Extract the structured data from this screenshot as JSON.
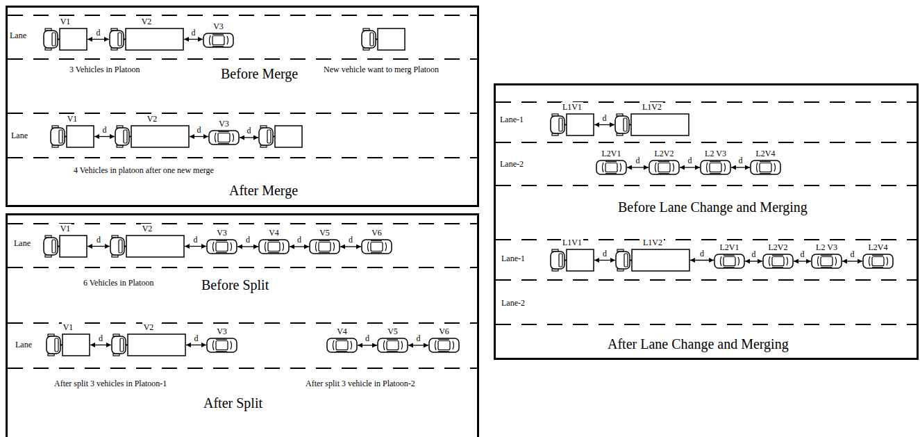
{
  "diagram": {
    "nodes": [
      {
        "text": [
          "Lane",
          "3 Vehicles in Platoon",
          "Before Merge",
          "New vehicle want to merg Platoon",
          "Lane",
          "4 Vehicles in platoon after one new merge",
          "After Merge"
        ]
      },
      {
        "text": [
          "V1"
        ],
        "in": 0
      },
      {
        "text": [
          "V2"
        ],
        "in": 0
      },
      {
        "text": [
          "V3"
        ],
        "in": 0
      },
      {
        "text": [
          "V1"
        ],
        "in": 0
      },
      {
        "text": [
          "V2"
        ],
        "in": 0
      },
      {
        "text": [
          "V3"
        ],
        "in": 0
      },
      {
        "text": [
          "Lane",
          "6 Vehicles in Platoon",
          "Before Split",
          "Lane",
          "After split 3 vehicles in Platoon-1",
          "After split 3 vehicle in Platoon-2",
          "After Split"
        ]
      },
      {
        "text": [
          "V1"
        ],
        "in": 7
      },
      {
        "text": [
          "V2"
        ],
        "in": 7
      },
      {
        "text": [
          "V3"
        ],
        "in": 7
      },
      {
        "text": [
          "V4"
        ],
        "in": 7
      },
      {
        "text": [
          "V5"
        ],
        "in": 7
      },
      {
        "text": [
          "V6"
        ],
        "in": 7
      },
      {
        "text": [
          "V1"
        ],
        "in": 7
      },
      {
        "text": [
          "V2"
        ],
        "in": 7
      },
      {
        "text": [
          "V3"
        ],
        "in": 7
      },
      {
        "text": [
          "V4"
        ],
        "in": 7
      },
      {
        "text": [
          "V5"
        ],
        "in": 7
      },
      {
        "text": [
          "V6"
        ],
        "in": 7
      },
      {
        "text": [
          "Lane-1",
          "Lane-2",
          "Before Lane Change and Merging",
          "Lane-1",
          "Lane-2",
          "After Lane Change and Merging"
        ]
      },
      {
        "text": [
          "L1V1"
        ],
        "in": 20
      },
      {
        "text": [
          "L1V2"
        ],
        "in": 20
      },
      {
        "text": [
          "L2V1"
        ],
        "in": 20
      },
      {
        "text": [
          "L2V2"
        ],
        "in": 20
      },
      {
        "text": [
          "L2 V3"
        ],
        "in": 20
      },
      {
        "text": [
          "L2V4"
        ],
        "in": 20
      },
      {
        "text": [
          "L1V1"
        ],
        "in": 20
      },
      {
        "text": [
          "L1V2"
        ],
        "in": 20
      },
      {
        "text": [
          "L2V1"
        ],
        "in": 20
      },
      {
        "text": [
          "L2V2"
        ],
        "in": 20
      },
      {
        "text": [
          "L2 V3"
        ],
        "in": 20
      },
      {
        "text": [
          "L2V4"
        ],
        "in": 20
      }
    ],
    "edges": [
      {
        "from": 1,
        "to": 2,
        "label": "d",
        "arrow": "both"
      },
      {
        "from": 2,
        "to": 3,
        "label": "d",
        "arrow": "both"
      },
      {
        "from": 4,
        "to": 5,
        "label": "d",
        "arrow": "both"
      },
      {
        "from": 5,
        "to": 6,
        "label": "d",
        "arrow": "both"
      },
      {
        "from": 8,
        "to": 9,
        "label": "d",
        "arrow": "both"
      },
      {
        "from": 9,
        "to": 10,
        "label": "d",
        "arrow": "both"
      },
      {
        "from": 10,
        "to": 11,
        "label": "d",
        "arrow": "both"
      },
      {
        "from": 11,
        "to": 12,
        "label": "d",
        "arrow": "both"
      },
      {
        "from": 12,
        "to": 13,
        "label": "d",
        "arrow": "both"
      },
      {
        "from": 14,
        "to": 15,
        "label": "d",
        "arrow": "both"
      },
      {
        "from": 15,
        "to": 16,
        "label": "d",
        "arrow": "both"
      },
      {
        "from": 17,
        "to": 18,
        "label": "d",
        "arrow": "both"
      },
      {
        "from": 18,
        "to": 19,
        "label": "d",
        "arrow": "both"
      },
      {
        "from": 21,
        "to": 22,
        "label": "d",
        "arrow": "both"
      },
      {
        "from": 23,
        "to": 24,
        "label": "d",
        "arrow": "both"
      },
      {
        "from": 24,
        "to": 25,
        "label": "d",
        "arrow": "both"
      },
      {
        "from": 25,
        "to": 26,
        "label": "d",
        "arrow": "both"
      },
      {
        "from": 27,
        "to": 28,
        "label": "d",
        "arrow": "both"
      },
      {
        "from": 28,
        "to": 29,
        "label": "d",
        "arrow": "both"
      },
      {
        "from": 29,
        "to": 30,
        "label": "d",
        "arrow": "both"
      },
      {
        "from": 30,
        "to": 31,
        "label": "d",
        "arrow": "both"
      },
      {
        "from": 31,
        "to": 32,
        "label": "d",
        "arrow": "both"
      }
    ],
    "labels": [
      "d"
    ]
  }
}
